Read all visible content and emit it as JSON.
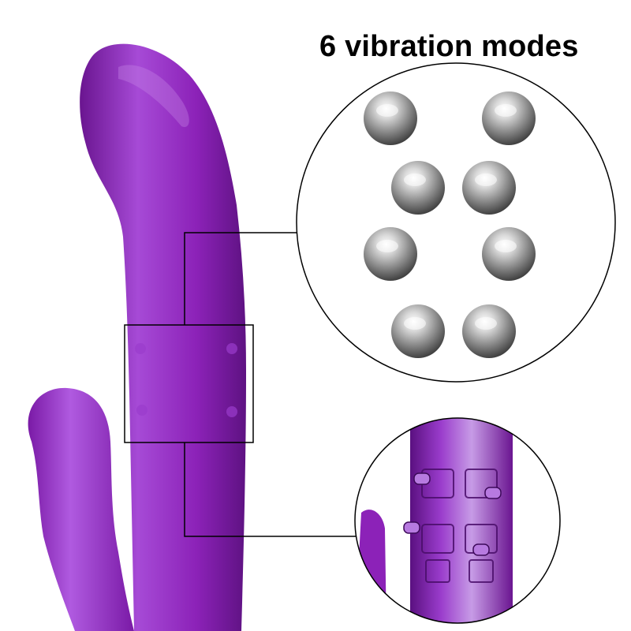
{
  "headline": "6 vibration modes",
  "product": {
    "name": "purple-rabbit-vibrator",
    "body_color": "#8c22b8",
    "highlight_color": "#a64ad6",
    "shadow_color": "#6a1590"
  },
  "callouts": [
    {
      "name": "beads-closeup-callout",
      "content": "metal-beads",
      "bead_count": 8
    },
    {
      "name": "internal-mechanism-callout",
      "content": "transparent-interior"
    }
  ],
  "colors": {
    "bead_light": "#f2f2f2",
    "bead_mid": "#a8a8a8",
    "bead_dark": "#4a4a4a",
    "outline": "#000000"
  }
}
